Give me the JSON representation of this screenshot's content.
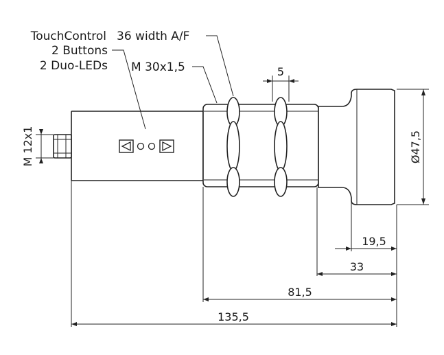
{
  "labels": {
    "touch_control": "TouchControl",
    "buttons": "2 Buttons",
    "leds": "2 Duo-LEDs",
    "width_af": "36 width A/F",
    "thread_main": "M 30x1,5",
    "thread_connector": "M 12x1"
  },
  "dimensions": {
    "nut_thickness": "5",
    "head_diameter": "Ø47,5",
    "head_length": "19,5",
    "head_total": "33",
    "thread_to_end": "81,5",
    "overall_length": "135,5"
  }
}
